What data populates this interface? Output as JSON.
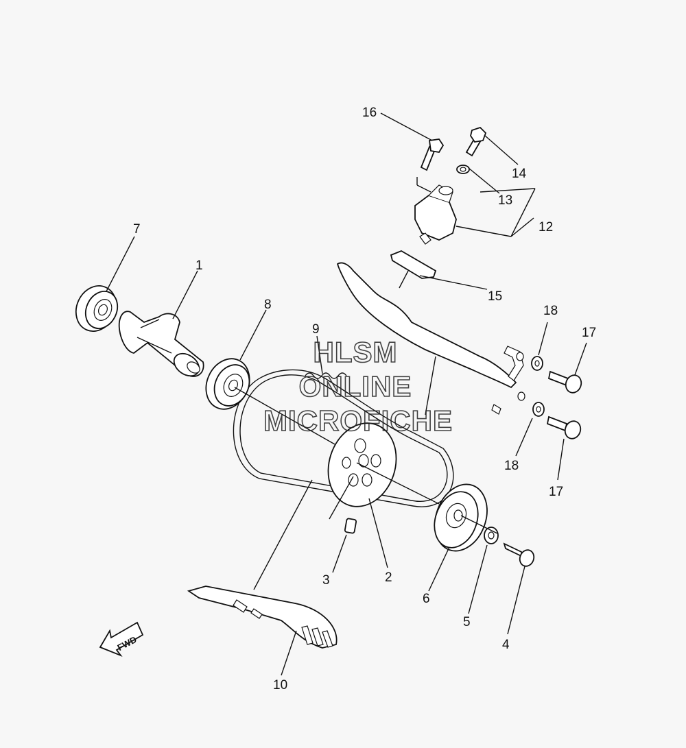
{
  "watermark": {
    "line1": "HLSM",
    "line2": "ONLINE",
    "line3": "MICROFICHE"
  },
  "direction_arrow": {
    "text": "FWD",
    "icon": "fwd-arrow-icon"
  },
  "callouts": [
    {
      "id": "1"
    },
    {
      "id": "2"
    },
    {
      "id": "3"
    },
    {
      "id": "4"
    },
    {
      "id": "5"
    },
    {
      "id": "6"
    },
    {
      "id": "7"
    },
    {
      "id": "8"
    },
    {
      "id": "9"
    },
    {
      "id": "10"
    },
    {
      "id": "12"
    },
    {
      "id": "13"
    },
    {
      "id": "14"
    },
    {
      "id": "15"
    },
    {
      "id": "16"
    },
    {
      "id": "17a"
    },
    {
      "id": "17b"
    },
    {
      "id": "18a"
    },
    {
      "id": "18b"
    }
  ],
  "labels": {
    "c1": "1",
    "c2": "2",
    "c3": "3",
    "c4": "4",
    "c5": "5",
    "c6": "6",
    "c7": "7",
    "c8": "8",
    "c9": "9",
    "c10": "10",
    "c12": "12",
    "c13": "13",
    "c14": "14",
    "c15": "15",
    "c16": "16",
    "c17a": "17",
    "c17b": "17",
    "c18a": "18",
    "c18b": "18"
  }
}
